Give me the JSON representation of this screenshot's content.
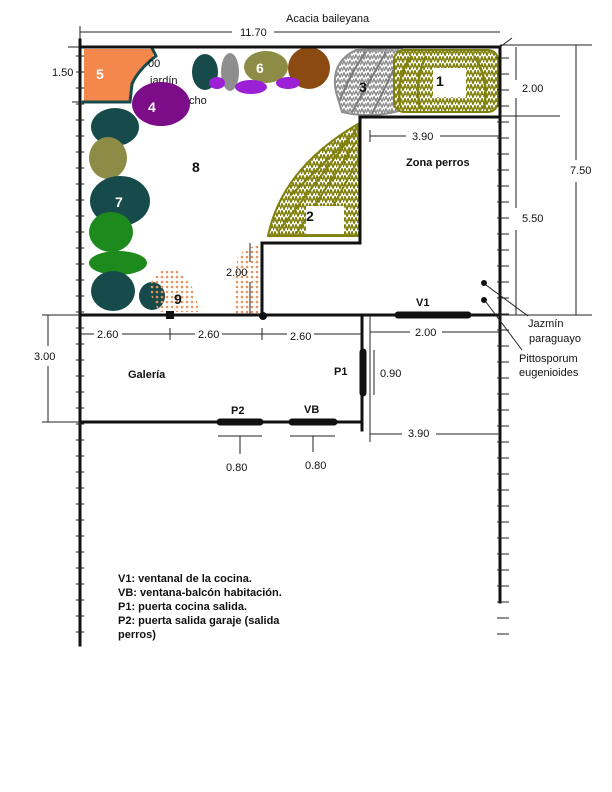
{
  "labels": {
    "acacia": "Acacia baileyana",
    "top_fragment": "00",
    "garden_fragment": "jardín",
    "right_fragment": "cho",
    "dog_zone": "Zona perros",
    "gallery": "Galería",
    "jasmine_line1": "Jazmín",
    "jasmine_line2": "paraguayo",
    "pittosporum_line1": "Pittosporum",
    "pittosporum_line2": "eugenioides"
  },
  "plant_numbers": {
    "n1": "1",
    "n2": "2",
    "n3": "3",
    "n4": "4",
    "n5": "5",
    "n6": "6",
    "n7": "7",
    "n8": "8",
    "n9": "9"
  },
  "dimensions": {
    "total_width": "11.70",
    "top_left_depth": "1.50",
    "right_top_depth": "2.00",
    "total_depth": "7.50",
    "dog_zone_width": "3.90",
    "dog_zone_depth": "5.50",
    "step_depth": "2.00",
    "segment_a": "2.60",
    "segment_b": "2.60",
    "segment_c": "2.60",
    "v1_span": "2.00",
    "gallery_depth": "3.00",
    "p1_width": "0.90",
    "lower_width": "3.90",
    "p2_width": "0.80",
    "vb_width": "0.80"
  },
  "openings": {
    "v1": "V1",
    "vb": "VB",
    "p1": "P1",
    "p2": "P2"
  },
  "legend": [
    "V1: ventanal de la cocina.",
    "VB: ventana-balcón habitación.",
    "P1: puerta cocina salida.",
    "P2: puerta salida garaje (salida",
    "perros)"
  ],
  "colors": {
    "orange": "#f4874b",
    "dark_teal": "#174a4a",
    "grey": "#8e8e8e",
    "olive": "#8c8c46",
    "brown": "#8a4a12",
    "violet": "#9b20d6",
    "purple": "#7c0c88",
    "green": "#1c8a1c"
  }
}
